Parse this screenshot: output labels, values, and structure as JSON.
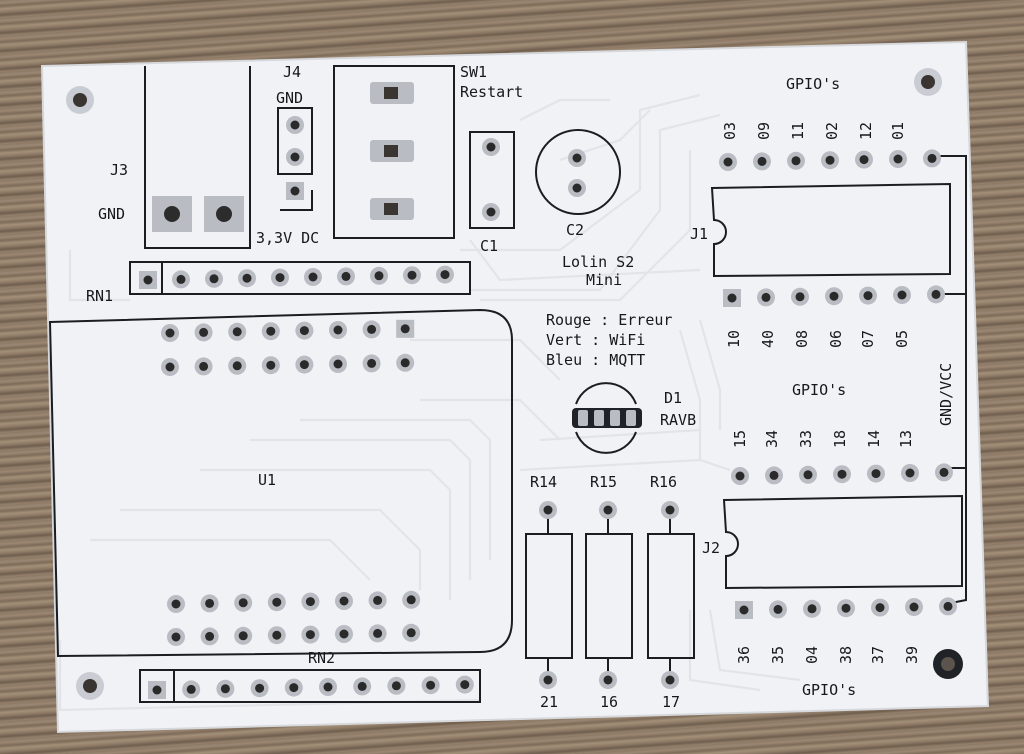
{
  "board": {
    "background_color": "#f1f2f5",
    "silkscreen_color": "#1a1d22",
    "pad_color": "#b9bcc2",
    "labels": {
      "j4": "J4",
      "j4_gnd": "GND",
      "sw1": "SW1",
      "sw1_func": "Restart",
      "gpio_top": "GPIO's",
      "j3": "J3",
      "j3_gnd": "GND",
      "j3_33v": "3,3V DC",
      "c1": "C1",
      "c2": "C2",
      "j1": "J1",
      "rn1": "RN1",
      "lolin_1": "Lolin S2",
      "lolin_2": "Mini",
      "led_red": "Rouge : Erreur",
      "led_green": "Vert : WiFi",
      "led_blue": "Bleu : MQTT",
      "d1": "D1",
      "d1_type": "RAVB",
      "gpio_mid": "GPIO's",
      "gnd_vcc": "GND/VCC",
      "u1": "U1",
      "r14": "R14",
      "r15": "R15",
      "r16": "R16",
      "j2": "J2",
      "rn2": "RN2",
      "r14_pin": "21",
      "r15_pin": "16",
      "r16_pin": "17",
      "gpio_bottom": "GPIO's"
    },
    "j1_top_pins": [
      "03",
      "09",
      "11",
      "02",
      "12",
      "01"
    ],
    "j1_bottom_pins": [
      "10",
      "40",
      "08",
      "06",
      "07",
      "05"
    ],
    "j2_top_pins": [
      "15",
      "34",
      "33",
      "18",
      "14",
      "13"
    ],
    "j2_bottom_pins": [
      "36",
      "35",
      "04",
      "38",
      "37",
      "39"
    ]
  }
}
